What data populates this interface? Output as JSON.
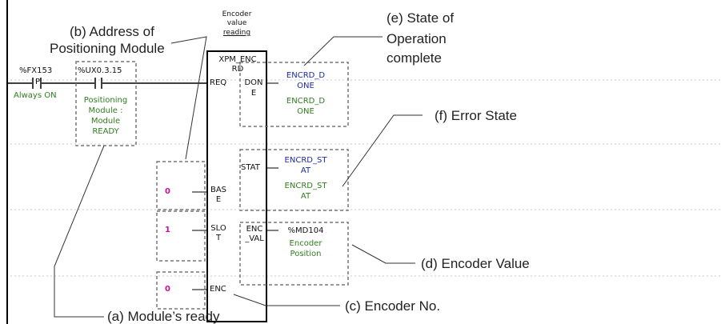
{
  "callouts": {
    "b_line1": "(b) Address of",
    "b_line2": "Positioning Module",
    "e_line1": "(e) State of",
    "e_line2": "Operation",
    "e_line3": "complete",
    "f": "(f) Error State",
    "d": "(d) Encoder Value",
    "c": "(c) Encoder No.",
    "a": "(a) Module’s ready"
  },
  "function_block": {
    "comment_line1": "Encoder",
    "comment_line2": "value",
    "comment_line3": "reading",
    "name_line1": "XPM_ENC",
    "name_line2": "RD",
    "pins_left": {
      "req": "REQ",
      "base_line1": "BAS",
      "base_line2": "E",
      "slot_line1": "SLO",
      "slot_line2": "T",
      "enc": "ENC"
    },
    "pins_right": {
      "done_line1": "DON",
      "done_line2": "E",
      "stat": "STAT",
      "enc_val_line1": "ENC",
      "enc_val_line2": "_VAL"
    }
  },
  "contacts": {
    "c1_address": "%FX153",
    "c1_symbol": "P",
    "c1_comment": "Always ON",
    "c2_address": "%UX0.3.15",
    "c2_comment_line1": "Positioning",
    "c2_comment_line2": "Module :",
    "c2_comment_line3": "Module",
    "c2_comment_line4": "READY"
  },
  "inputs": {
    "base": "0",
    "slot": "1",
    "enc": "0"
  },
  "outputs": {
    "done_var_line1": "ENCRD_D",
    "done_var_line2": "ONE",
    "done_cmt_line1": "ENCRD_D",
    "done_cmt_line2": "ONE",
    "stat_var_line1": "ENCRD_ST",
    "stat_var_line2": "AT",
    "stat_cmt_line1": "ENCRD_ST",
    "stat_cmt_line2": "AT",
    "encval_var": "%MD104",
    "encval_cmt_line1": "Encoder",
    "encval_cmt_line2": "Position"
  }
}
